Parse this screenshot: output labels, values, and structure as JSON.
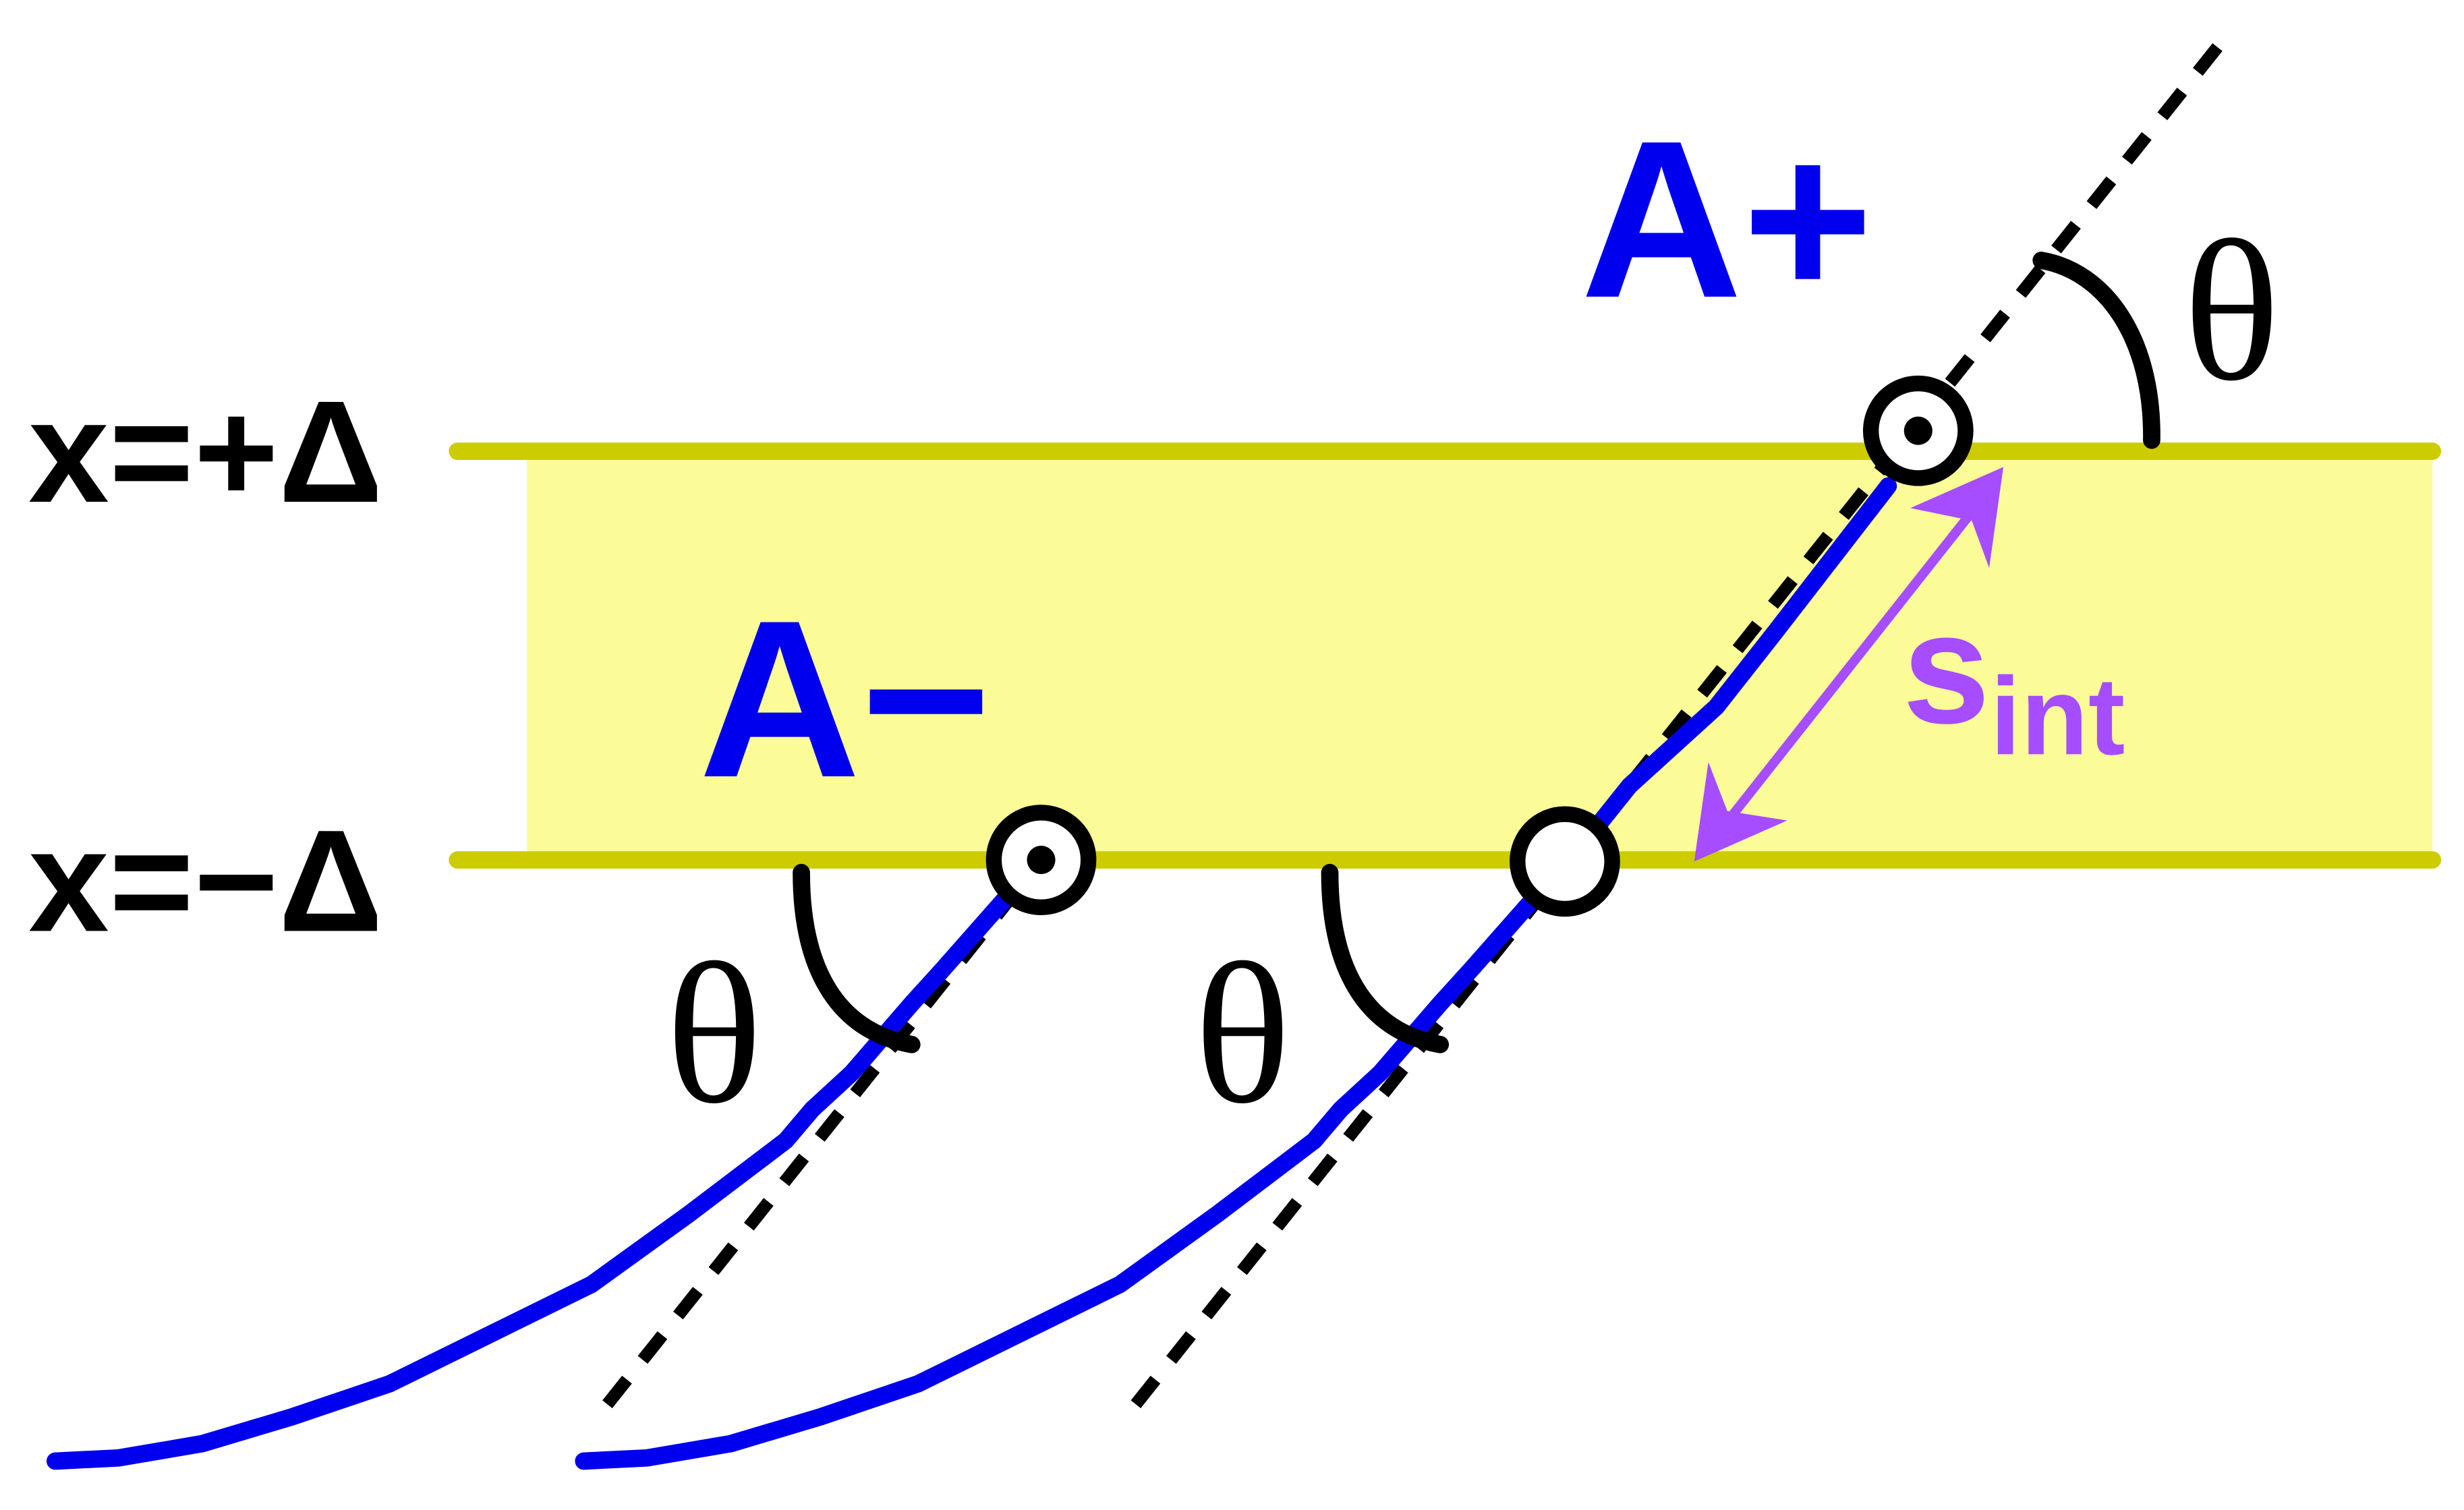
{
  "labels": {
    "x_upper": "x=+Δ",
    "x_lower": "x=−Δ",
    "a_plus": "A+",
    "a_minus": "A−",
    "theta": "θ",
    "s_int_main": "s",
    "s_int_sub": "int"
  },
  "colors": {
    "band_fill": "#fbfb98",
    "band_line": "#cccc00",
    "curve": "#0000ee",
    "dashed": "#000000",
    "arrow": "#a64dff",
    "label_blue": "#0000ee",
    "label_black": "#000000"
  }
}
